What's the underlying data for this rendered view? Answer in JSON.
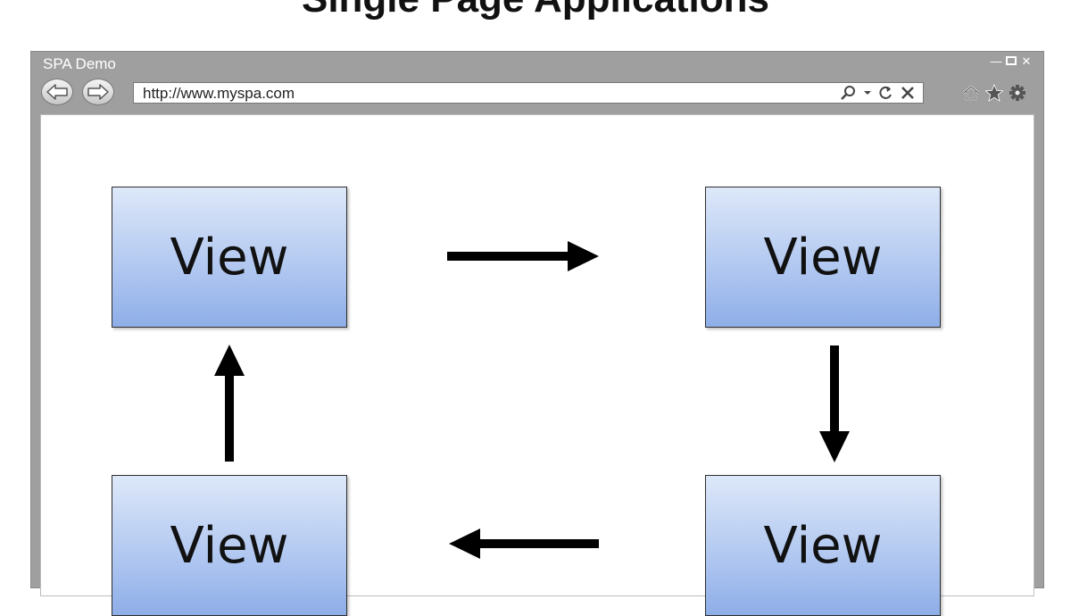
{
  "page": {
    "title": "Single Page Applications"
  },
  "window": {
    "title": "SPA Demo",
    "controls": [
      "minimize-icon",
      "maximize-icon",
      "close-icon"
    ]
  },
  "toolbar": {
    "url": "http://www.myspa.com",
    "address_icons": [
      "search-icon",
      "dropdown-icon",
      "refresh-icon",
      "stop-icon"
    ],
    "tool_icons": [
      "home-icon",
      "star-icon",
      "gear-icon"
    ]
  },
  "diagram": {
    "views": [
      {
        "label": "View"
      },
      {
        "label": "View"
      },
      {
        "label": "View"
      },
      {
        "label": "View"
      }
    ],
    "flow": [
      "right",
      "down",
      "left",
      "up"
    ]
  }
}
